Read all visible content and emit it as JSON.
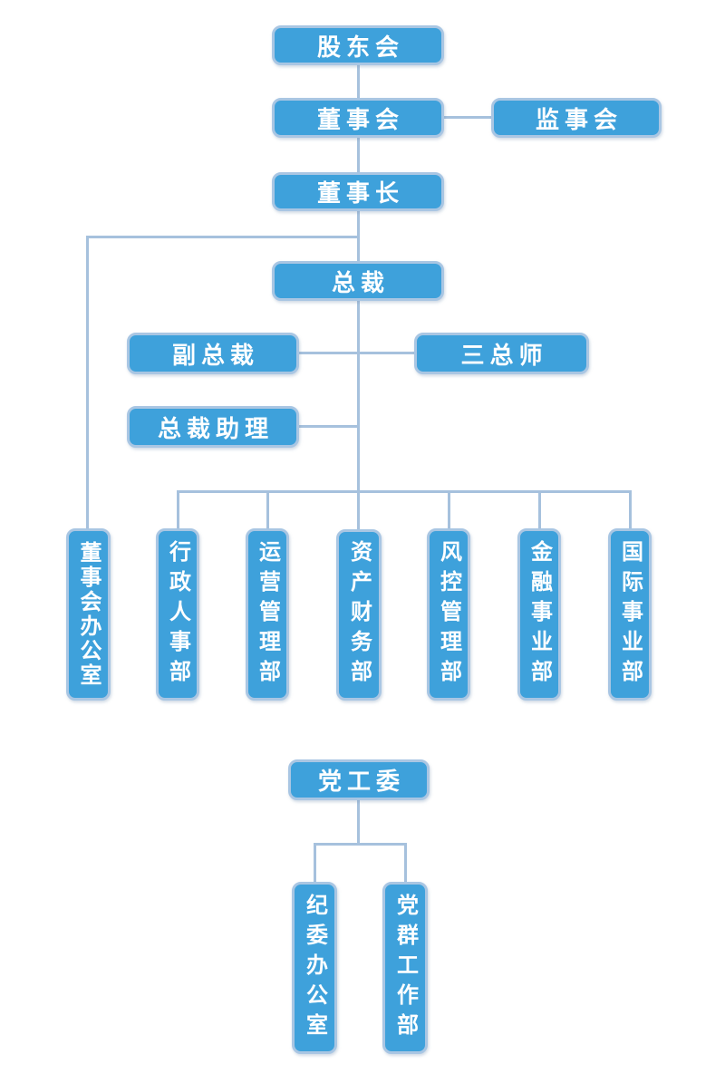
{
  "diagram": {
    "type": "org-chart",
    "nodes": [
      {
        "id": "shareholders-meeting",
        "label": "股东会"
      },
      {
        "id": "board-of-directors",
        "label": "董事会"
      },
      {
        "id": "supervisory-board",
        "label": "监事会"
      },
      {
        "id": "chairman",
        "label": "董事长"
      },
      {
        "id": "president",
        "label": "总裁"
      },
      {
        "id": "vice-president",
        "label": "副总裁"
      },
      {
        "id": "three-chief-engineers",
        "label": "三总师"
      },
      {
        "id": "president-assistant",
        "label": "总裁助理"
      },
      {
        "id": "board-office",
        "label": "董事会办公室"
      },
      {
        "id": "admin-hr-dept",
        "label": "行政人事部"
      },
      {
        "id": "operations-mgmt-dept",
        "label": "运营管理部"
      },
      {
        "id": "asset-finance-dept",
        "label": "资产财务部"
      },
      {
        "id": "risk-control-dept",
        "label": "风控管理部"
      },
      {
        "id": "financial-business-dept",
        "label": "金融事业部"
      },
      {
        "id": "intl-business-dept",
        "label": "国际事业部"
      },
      {
        "id": "party-work-committee",
        "label": "党工委"
      },
      {
        "id": "discipline-office",
        "label": "纪委办公室"
      },
      {
        "id": "party-mass-work-dept",
        "label": "党群工作部"
      }
    ],
    "edges": [
      {
        "from": "shareholders-meeting",
        "to": "board-of-directors"
      },
      {
        "from": "board-of-directors",
        "to": "supervisory-board",
        "style": "lateral"
      },
      {
        "from": "board-of-directors",
        "to": "chairman"
      },
      {
        "from": "chairman",
        "to": "president"
      },
      {
        "from": "chairman",
        "to": "board-office"
      },
      {
        "from": "president",
        "to": "vice-president",
        "style": "lateral"
      },
      {
        "from": "president",
        "to": "three-chief-engineers",
        "style": "lateral"
      },
      {
        "from": "president",
        "to": "president-assistant",
        "style": "lateral"
      },
      {
        "from": "president",
        "to": "admin-hr-dept"
      },
      {
        "from": "president",
        "to": "operations-mgmt-dept"
      },
      {
        "from": "president",
        "to": "asset-finance-dept"
      },
      {
        "from": "president",
        "to": "risk-control-dept"
      },
      {
        "from": "president",
        "to": "financial-business-dept"
      },
      {
        "from": "president",
        "to": "intl-business-dept"
      },
      {
        "from": "party-work-committee",
        "to": "discipline-office"
      },
      {
        "from": "party-work-committee",
        "to": "party-mass-work-dept"
      }
    ]
  },
  "colors": {
    "box_fill": "#3ea1db",
    "box_border": "#a9c6e3",
    "line_color": "#a6c1dd",
    "text_color": "#ffffff",
    "background": "#ffffff"
  }
}
